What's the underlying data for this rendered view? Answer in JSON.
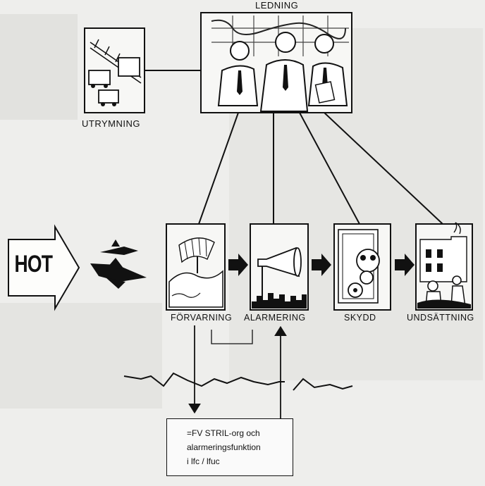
{
  "diagram": {
    "labels": {
      "ledning": "LEDNING",
      "utrymning": "UTRYMNING",
      "hot": "HOT",
      "forvarning": "FÖRVARNING",
      "alarmering": "ALARMERING",
      "skydd": "SKYDD",
      "undsattning": "UNDSÄTTNING"
    },
    "info_box": {
      "line1": "=FV STRIL-org och",
      "line2": "alarmeringsfunktion",
      "line3": "i  lfc / lfuc"
    }
  }
}
